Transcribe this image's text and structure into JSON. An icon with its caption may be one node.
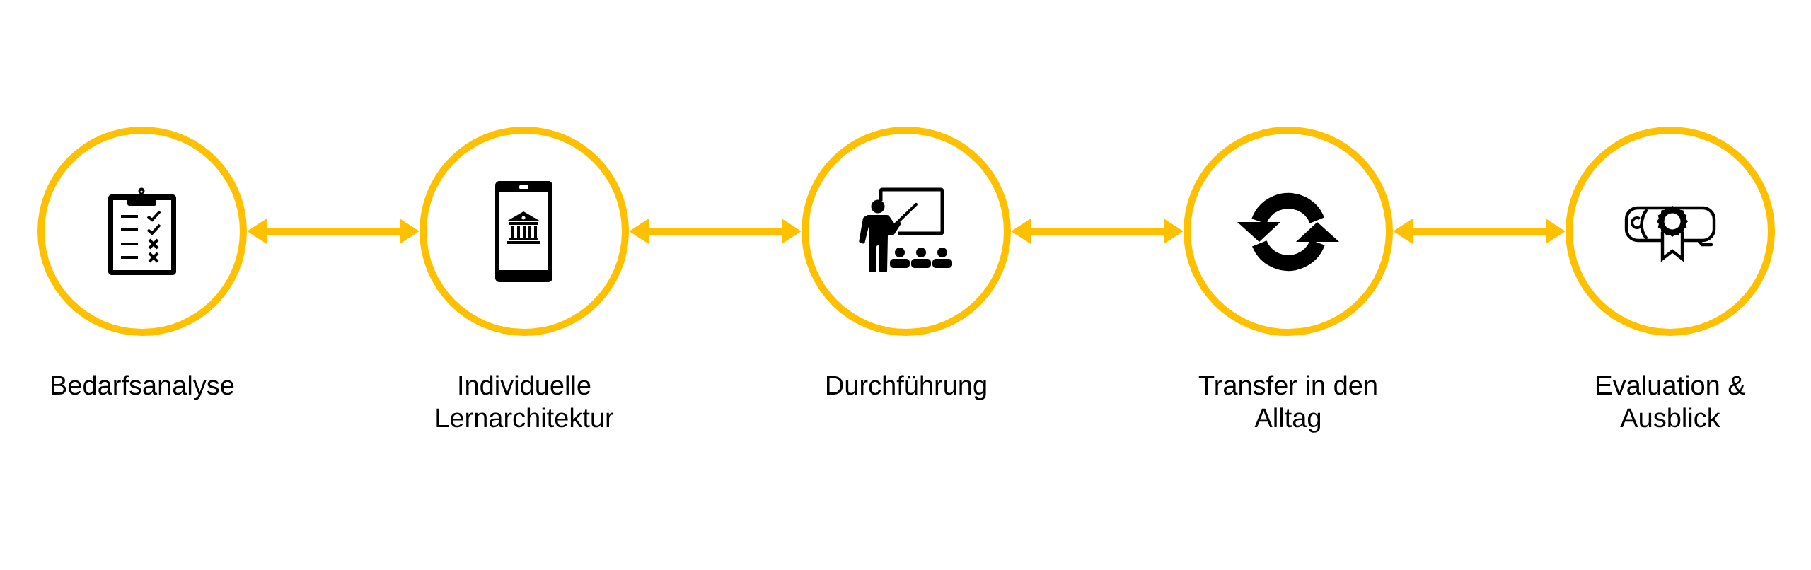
{
  "diagram": {
    "nodes": [
      {
        "text": [
          "Bedarfsanalyse"
        ]
      },
      {
        "text": [
          "Individuelle Lernarchitektur"
        ]
      },
      {
        "text": [
          "Durchführung"
        ]
      },
      {
        "text": [
          "Transfer in den Alltag"
        ]
      },
      {
        "text": [
          "Evaluation & Ausblick"
        ]
      }
    ],
    "edges": [
      {
        "from": 0,
        "to": 1,
        "arrow": "both"
      },
      {
        "from": 1,
        "to": 2,
        "arrow": "both"
      },
      {
        "from": 2,
        "to": 3,
        "arrow": "both"
      },
      {
        "from": 3,
        "to": 4,
        "arrow": "both"
      }
    ]
  }
}
